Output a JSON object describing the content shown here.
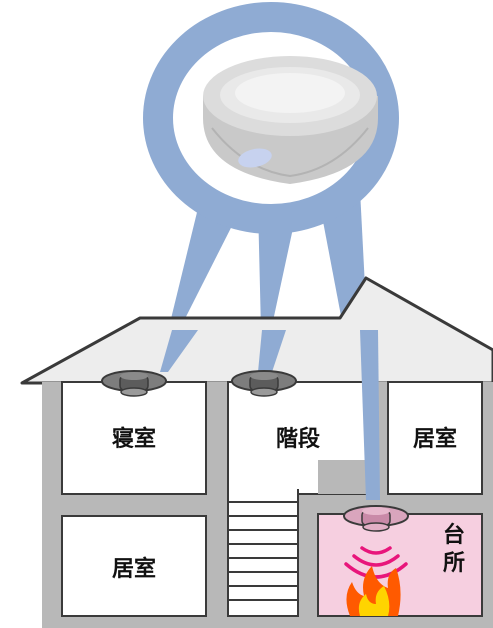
{
  "rooms": {
    "bedroom": "寝室",
    "stairs": "階段",
    "living_upper": "居室",
    "living_lower": "居室",
    "kitchen_line1": "台",
    "kitchen_line2": "所"
  },
  "colors": {
    "callout_blue": "#8fabd3",
    "kitchen_fill": "#f6cfe0",
    "alarm_waves": "#e8157b",
    "flame_outer": "#ff5a00",
    "flame_inner": "#ffd400"
  },
  "icons": {
    "detector": "smoke-detector-icon",
    "waves": "alarm-sound-waves-icon",
    "fire": "fire-icon"
  }
}
